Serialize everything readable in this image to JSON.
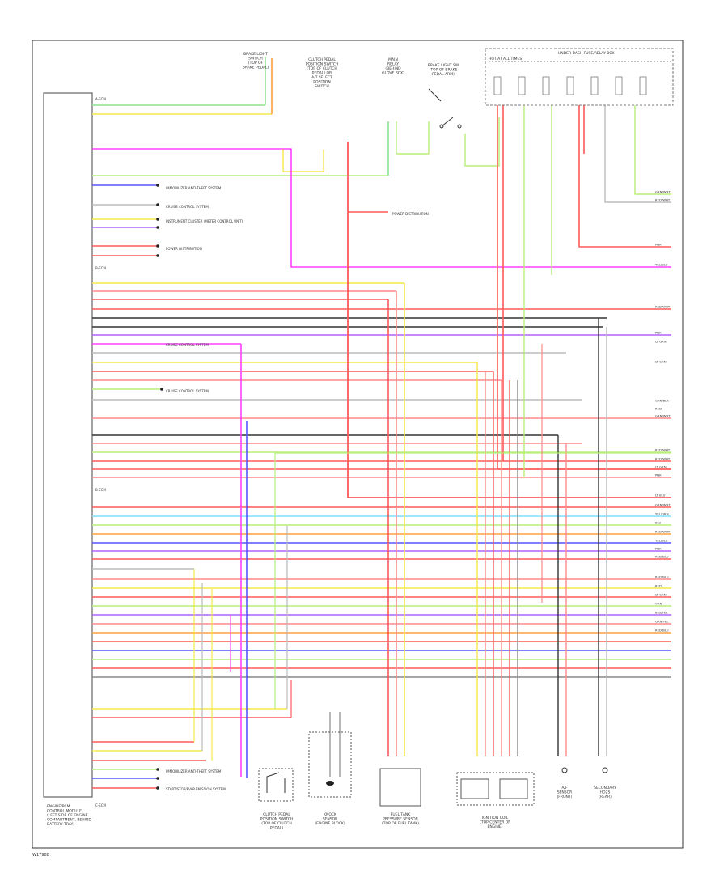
{
  "diagram": {
    "footer_code": "W17988",
    "ecm_label": [
      "ENGINE/PCM",
      "CONTROL MODULE",
      "(LEFT SIDE OF ENGINE",
      "COMPARTMENT, BEHIND",
      "BATTERY TRAY)"
    ],
    "ecm_conn_top": "A-ECM",
    "ecm_conn_mid": "B-ECM",
    "ecm_conn_bot": "C-ECM",
    "ref_labels": {
      "ref1": "IMMOBILIZER ANTI-THEFT SYSTEM",
      "ref2": "CRUISE CONTROL SYSTEM",
      "ref3": "INSTRUMENT CLUSTER (METER CONTROL UNIT)",
      "ref4": "POWER DISTRIBUTION",
      "ref5": "CRUISE CONTROL SYSTEM",
      "ref6": "IMMOBILIZER ANTI-THEFT SYSTEM",
      "ref7": "START/STOP/EVAP EMISSION SYSTEM",
      "ref8": "POWER DISTRIBUTION"
    },
    "top_components": {
      "c1": [
        "BRAKE LIGHT",
        "SWITCH",
        "(TOP OF",
        "BRAKE PEDAL)"
      ],
      "c2": [
        "CLUTCH PEDAL",
        "POSITION SWITCH",
        "(TOP OF CLUTCH",
        "PEDAL) OR",
        "A/T SELECT",
        "POSITION",
        "SWITCH"
      ],
      "c3": [
        "MAIN",
        "RELAY",
        "(BEHIND",
        "GLOVE BOX)"
      ],
      "c4": [
        "BRAKE LIGHT SW",
        "(TOP OF BRAKE",
        "PEDAL ARM)"
      ],
      "fuse_box": "UNDER-DASH FUSE/RELAY BOX",
      "hot_label": "HOT AT ALL TIMES"
    },
    "bottom_components": {
      "b1": [
        "CLUTCH PEDAL",
        "POSITION SWITCH",
        "(TOP OF CLUTCH",
        "PEDAL)"
      ],
      "b2": [
        "KNOCK",
        "SENSOR",
        "(ENGINE BLOCK)"
      ],
      "b3": [
        "FUEL TANK",
        "PRESSURE SENSOR",
        "(TOP OF FUEL TANK)"
      ],
      "b4": [
        "IGNITION COIL",
        "(TOP CENTER OF",
        "ENGINE)"
      ],
      "b5": [
        "A/F",
        "SENSOR",
        "(FRONT)"
      ],
      "b6": [
        "SECONDARY",
        "HO2S",
        "(REAR)"
      ]
    },
    "right_wire_colors": [
      "GRN/WHT",
      "RED/WHT",
      "PNK",
      "YEL/BLU",
      "RED/WHT",
      "PNK",
      "LT GRN",
      "LT GRN",
      "GRN/BLK",
      "RED",
      "GRN/WHT",
      "RED/WHT",
      "RED/WHT",
      "LT GRN",
      "PNK",
      "LT BLU",
      "GRN/WHT",
      "YEL/GRN",
      "BLU",
      "RED/WHT",
      "YEL/BLU",
      "PNK",
      "RED/BLU",
      "RED/BLU",
      "RED",
      "LT GRN",
      "ORN",
      "BLU/YEL",
      "GRN/YEL",
      "RED/BLU"
    ]
  }
}
